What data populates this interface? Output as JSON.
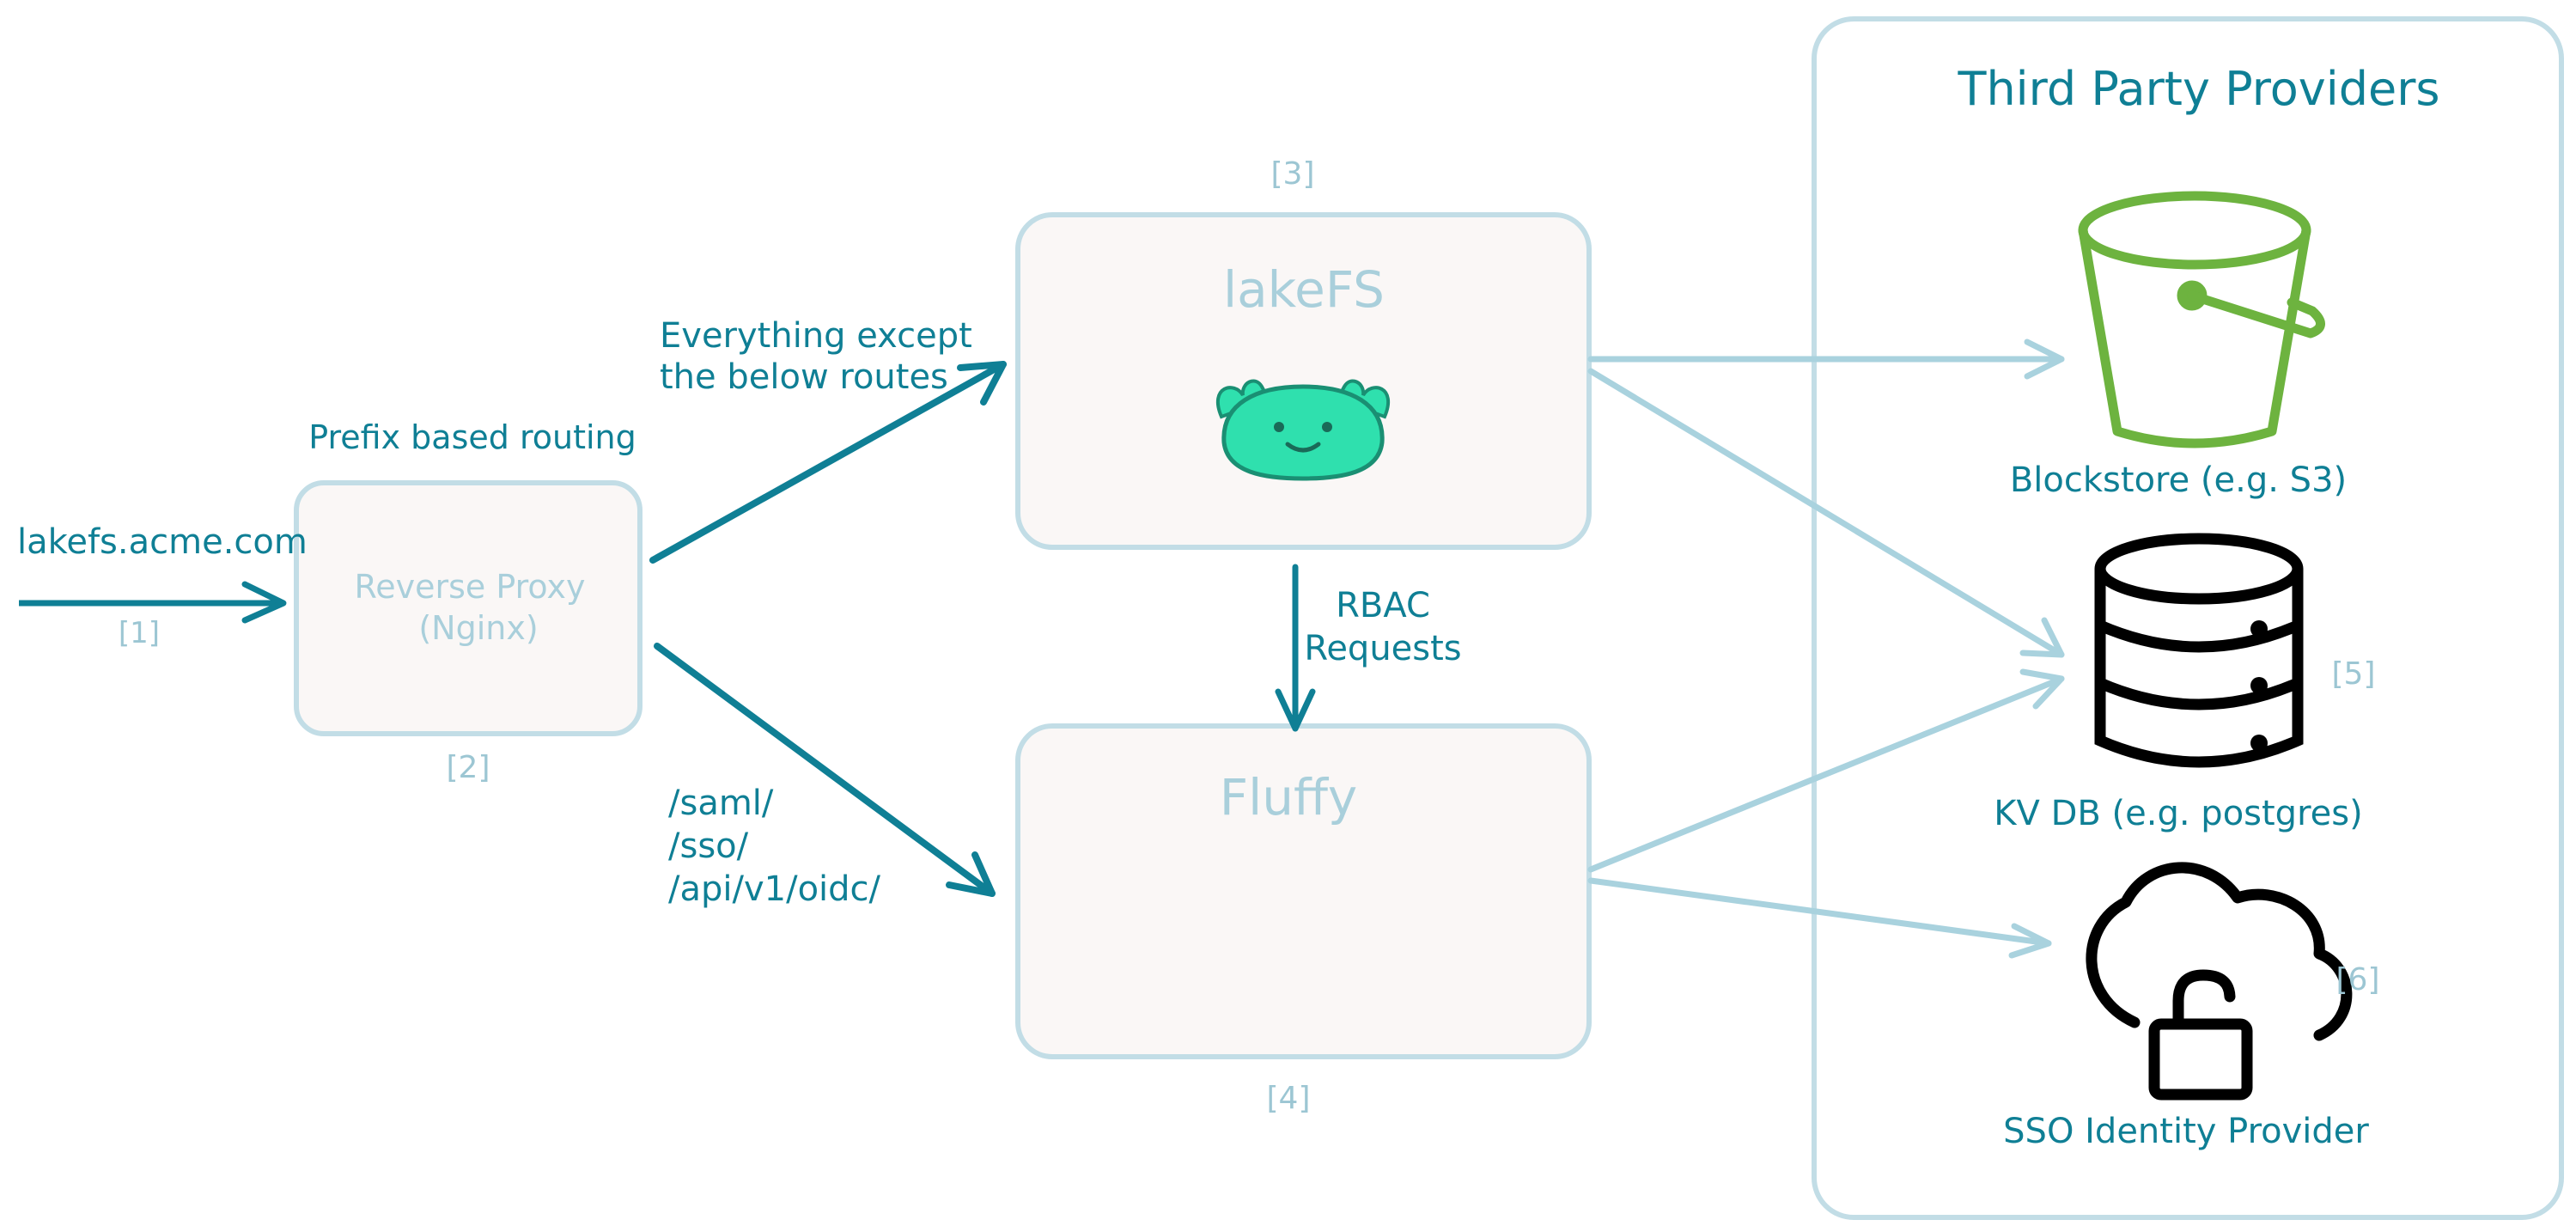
{
  "diagram": {
    "entry_label": "lakefs.acme.com",
    "entry_ref": "[1]",
    "routing_label": "Prefix based routing",
    "proxy": {
      "title_line1": "Reverse Proxy",
      "title_line2": "(Nginx)",
      "ref": "[2]"
    },
    "lakefs": {
      "title": "lakeFS",
      "ref": "[3]"
    },
    "fluffy": {
      "title": "Fluffy",
      "ref": "[4]"
    },
    "route_main_line1": "Everything except",
    "route_main_line2": "the below routes",
    "route_sso": [
      "/saml/",
      "/sso/",
      "/api/v1/oidc/"
    ],
    "rbac_line1": "RBAC",
    "rbac_line2": "Requests",
    "providers": {
      "title": "Third Party Providers",
      "blockstore_label": "Blockstore (e.g. S3)",
      "kvdb_label": "KV DB (e.g. postgres)",
      "kvdb_ref": "[5]",
      "sso_label": "SSO Identity Provider",
      "sso_ref": "[6]"
    }
  },
  "colors": {
    "arrow_dark": "#0f7f95",
    "arrow_light": "#a9d2de",
    "box_border": "#c2dde6",
    "box_fill": "#faf7f6",
    "bucket": "#6db33f",
    "axolotl": "#2fe0ae"
  },
  "icons": [
    "bucket-icon",
    "database-icon",
    "cloud-lock-icon",
    "axolotl-logo"
  ]
}
